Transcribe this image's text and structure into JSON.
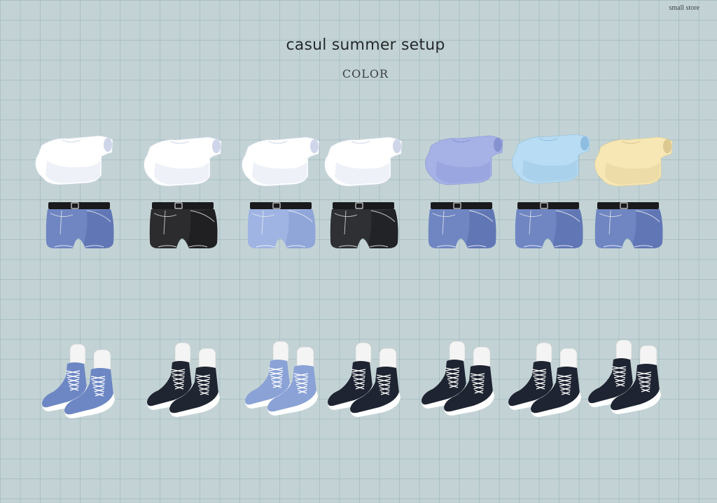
{
  "brand": "small store",
  "title": "casul summer setup",
  "subtitle": "COLOR",
  "variants": [
    {
      "top": "#ffffff",
      "top_shade": "#cfd6ea",
      "shorts": "#6f86c2",
      "shorts_shade": "#4f66a6",
      "shoes": "#6d87c4"
    },
    {
      "top": "#ffffff",
      "top_shade": "#cfd6ea",
      "shorts": "#2c2c2e",
      "shorts_shade": "#111113",
      "shoes": "#1f2531"
    },
    {
      "top": "#ffffff",
      "top_shade": "#cfd6ea",
      "shorts": "#9fb4e3",
      "shorts_shade": "#7e95cc",
      "shoes": "#8aa2d6"
    },
    {
      "top": "#ffffff",
      "top_shade": "#cfd6ea",
      "shorts": "#2f3034",
      "shorts_shade": "#141518",
      "shoes": "#1e2431"
    },
    {
      "top": "#a6b1e6",
      "top_shade": "#8593d0",
      "shorts": "#6f86c2",
      "shorts_shade": "#4f66a6",
      "shoes": "#1e2431"
    },
    {
      "top": "#b7dcf3",
      "top_shade": "#8fbde0",
      "shorts": "#6f86c2",
      "shorts_shade": "#4f66a6",
      "shoes": "#1e2431"
    },
    {
      "top": "#f6e7b4",
      "top_shade": "#dcc891",
      "shorts": "#6f86c2",
      "shorts_shade": "#4f66a6",
      "shoes": "#1e2431"
    }
  ]
}
